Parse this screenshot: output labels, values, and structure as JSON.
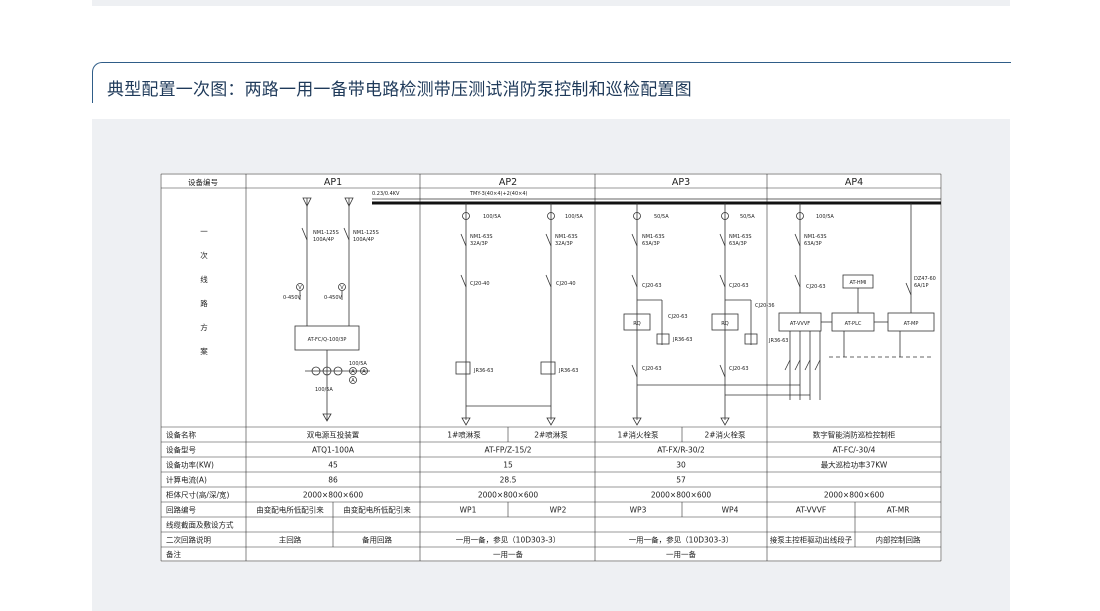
{
  "page": {
    "title": "典型配置一次图：两路一用一备带电路检测带压测试消防泵控制和巡检配置图"
  },
  "table": {
    "header_label": "设备编号",
    "groups": [
      "AP1",
      "AP2",
      "AP3",
      "AP4"
    ],
    "scheme_label_chars": [
      "一",
      "次",
      "线",
      "路",
      "方",
      "案"
    ],
    "bus_labels": {
      "voltage": "0.23/0.4KV",
      "busbar": "TMY-3(40×4)+2(40×4)"
    },
    "rows": [
      {
        "label": "设备名称",
        "cells": [
          "双电源互投装置",
          "1#喷淋泵",
          "2#喷淋泵",
          "1#消火栓泵",
          "2#消火栓泵",
          "数字智能消防巡检控制柜"
        ]
      },
      {
        "label": "设备型号",
        "cells": [
          "ATQ1-100A",
          "AT-FP/Z-15/2",
          "AT-FX/R-30/2",
          "AT-FC/-30/4"
        ]
      },
      {
        "label": "设备功率(KW)",
        "cells": [
          "45",
          "15",
          "30",
          "最大巡检功率37KW"
        ]
      },
      {
        "label": "计算电流(A)",
        "cells": [
          "86",
          "28.5",
          "57",
          ""
        ]
      },
      {
        "label": "柜体尺寸(高/深/宽)",
        "cells": [
          "2000×800×600",
          "2000×800×600",
          "2000×800×600",
          "2000×800×600"
        ]
      },
      {
        "label": "回路编号",
        "cells": [
          "由变配电所低配引来",
          "由变配电所低配引来",
          "WP1",
          "WP2",
          "WP3",
          "WP4",
          "AT-VVVF",
          "AT-MR"
        ]
      },
      {
        "label": "线缆截面及敷设方式",
        "cells": []
      },
      {
        "label": "二次回路说明",
        "cells": [
          "主回路",
          "备用回路",
          "一用一备，参见（10D303-3）",
          "一用一备，参见（10D303-3）",
          "接泵主控柜驱动出线段子",
          "内部控制回路"
        ]
      },
      {
        "label": "备注",
        "cells": [
          "一用一备",
          "一用一备"
        ]
      }
    ]
  },
  "diagram": {
    "ap1": {
      "breaker_main": [
        "NM1-125S",
        "100A/4P"
      ],
      "breaker_backup": [
        "NM1-125S",
        "100A/4P"
      ],
      "voltmeter_range": "0-450V",
      "ats_label": "AT-FC/Q-100/3P",
      "ct_label": "100/5A",
      "ct_label2": "100/5A",
      "ammeter_symbol": "A",
      "voltmeter_symbol": "V"
    },
    "ap2": {
      "ct_label": "100/5A",
      "breaker": [
        "NM1-63S",
        "32A/3P"
      ],
      "contactor": "CJ20-40",
      "relay": "JR36-63"
    },
    "ap3": {
      "ct_label": "50/5A",
      "breaker": [
        "NM1-63S",
        "63A/3P"
      ],
      "contactor_a": "CJ20-63",
      "contactor_b": "CJ20-63",
      "contactor_c": "CJ20-63",
      "contactor_d": "CJ20-36",
      "soft_start": "RQ",
      "relay": "JR36-63"
    },
    "ap4": {
      "ct_label": "100/5A",
      "breaker": [
        "NM1-63S",
        "63A/3P"
      ],
      "contactor": "CJ20-63",
      "relay": "JR36-63",
      "hmi": "AT-HMI",
      "vvvf": "AT-VVVF",
      "plc": "AT-PLC",
      "mp": "AT-MP",
      "aux_breaker": [
        "DZ47-60",
        "6A/1P"
      ]
    }
  }
}
